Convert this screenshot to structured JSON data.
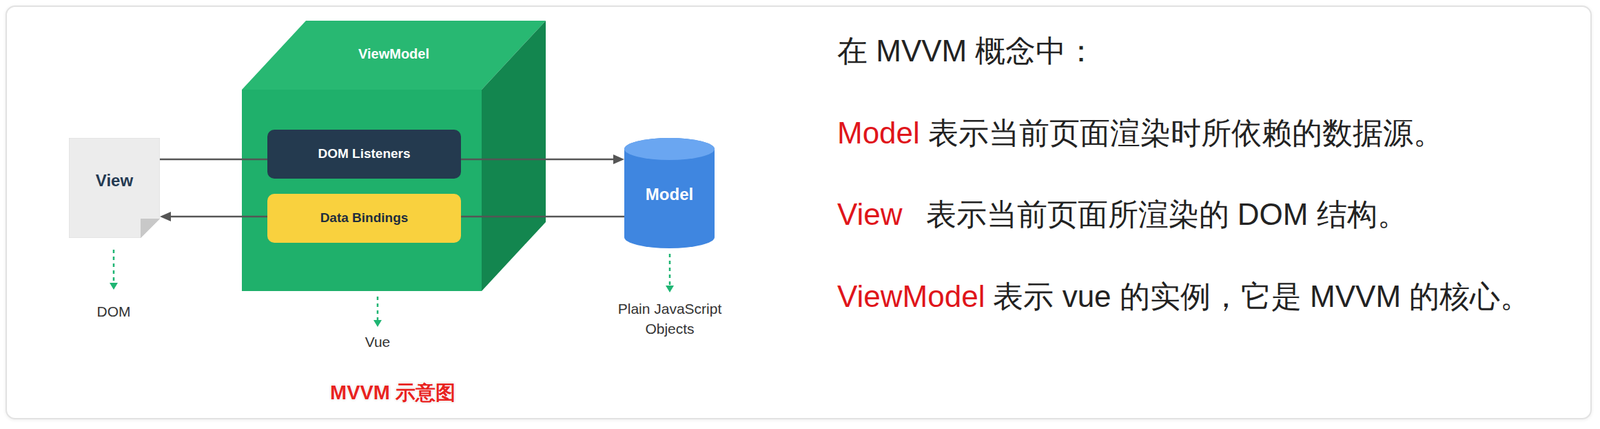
{
  "diagram": {
    "caption": "MVVM 示意图",
    "nodes": [
      {
        "text": [
          "View"
        ]
      },
      {
        "text": [
          "ViewModel"
        ]
      },
      {
        "text": [
          "DOM Listeners"
        ],
        "in": 1
      },
      {
        "text": [
          "Data Bindings"
        ],
        "in": 1
      },
      {
        "text": [
          "Model"
        ]
      }
    ],
    "edges": [
      {
        "from": 0,
        "to": 2,
        "arrow": "none"
      },
      {
        "from": 2,
        "to": 4,
        "arrow": "to"
      },
      {
        "from": 4,
        "to": 3,
        "arrow": "none"
      },
      {
        "from": 3,
        "to": 0,
        "arrow": "to"
      }
    ],
    "labels": [
      "DOM",
      "Vue",
      "Plain JavaScript Objects",
      "在 MVVM 概念中：",
      "Model",
      "表示当前页面渲染时所依赖的数据源。",
      "View",
      "表示当前页面所渲染的 DOM 结构。",
      "ViewModel",
      "表示 vue 的实例，它是 MVVM 的核心。"
    ]
  }
}
